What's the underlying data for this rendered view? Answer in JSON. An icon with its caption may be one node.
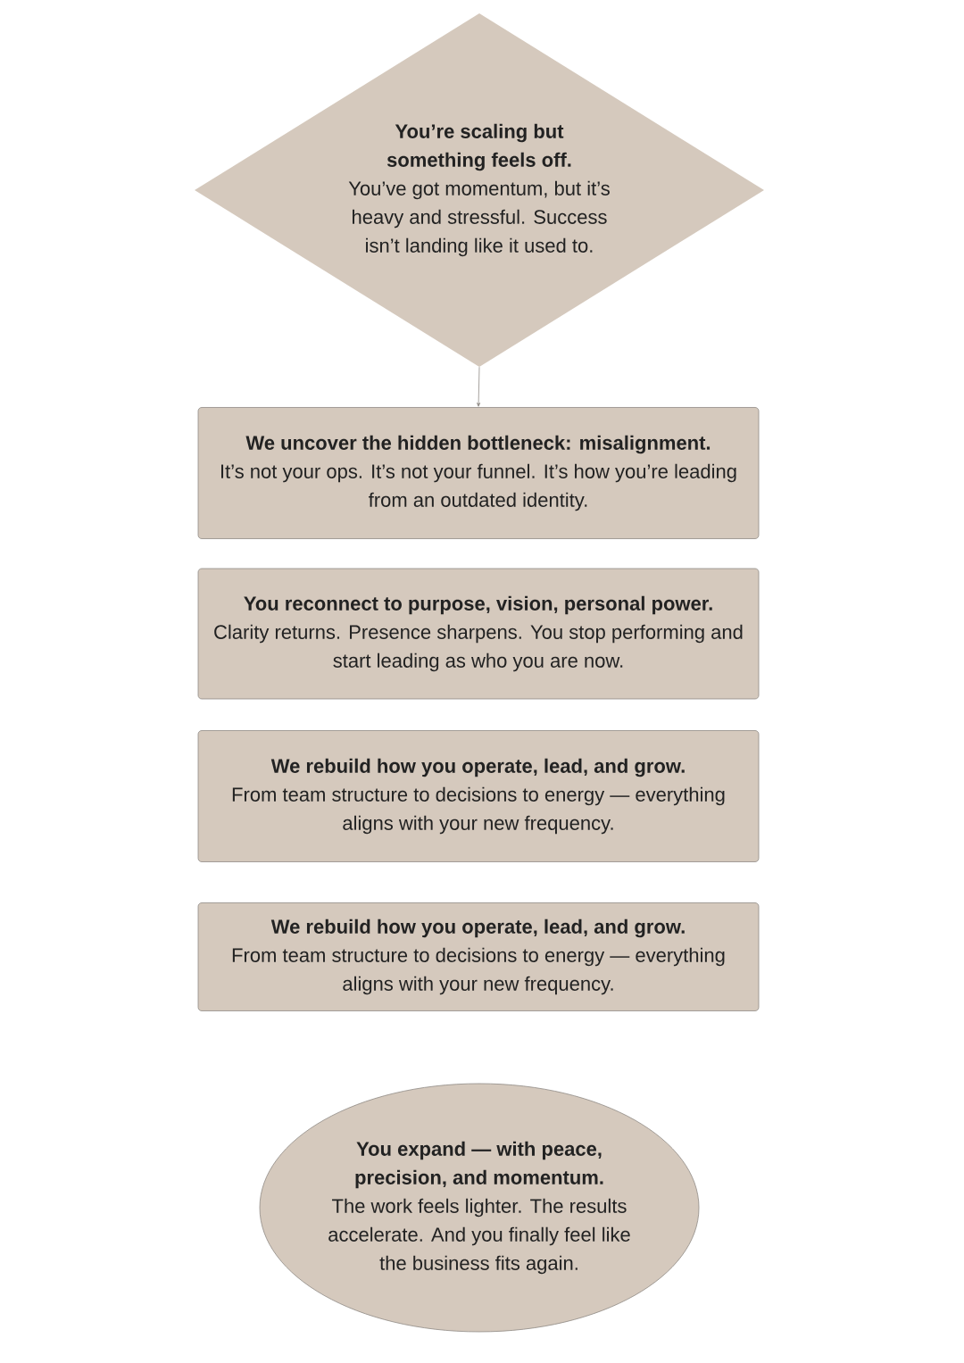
{
  "diagram": {
    "nodes": [
      {
        "text": [
          "You’re scaling but something feels off.",
          "You’ve got momentum, but it’s heavy and stressful. Success isn’t landing like it used to."
        ]
      },
      {
        "text": [
          "We uncover the hidden bottleneck: misalignment.",
          "It’s not your ops. It’s not your funnel. It’s how you’re leading from an outdated identity."
        ]
      },
      {
        "text": [
          "You reconnect to purpose, vision, personal power.",
          "Clarity returns. Presence sharpens. You stop performing and start leading as who you are now."
        ]
      },
      {
        "text": [
          "We rebuild how you operate, lead, and grow.",
          "From team structure to decisions to energy — everything aligns with your new frequency."
        ]
      },
      {
        "text": [
          "We rebuild how you operate, lead, and grow.",
          "From team structure to decisions to energy — everything aligns with your new frequency."
        ]
      },
      {
        "text": [
          "You expand — with peace, precision, and momentum.",
          "The work feels lighter. The results accelerate. And you finally feel like the business fits again."
        ]
      }
    ],
    "edges": [
      {
        "from": 0,
        "to": 1,
        "arrow": "to"
      }
    ]
  }
}
